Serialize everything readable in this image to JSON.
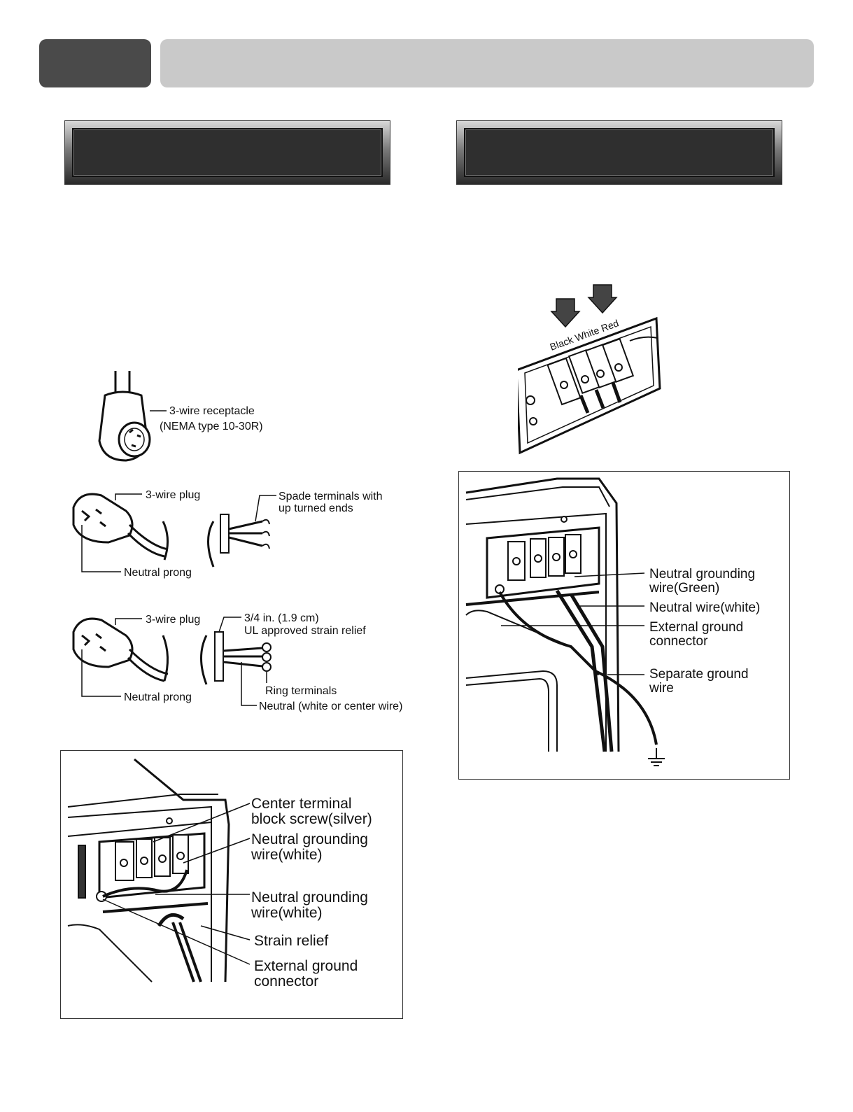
{
  "receptacle": {
    "label_line1": "3-wire receptacle",
    "label_line2": "(NEMA type 10-30R)"
  },
  "plug_spade": {
    "plug_label": "3-wire plug",
    "terminal_line1": "Spade terminals with",
    "terminal_line2": "up turned ends",
    "neutral_label": "Neutral prong"
  },
  "plug_ring": {
    "plug_label": "3-wire plug",
    "strain_line1": "3/4 in. (1.9 cm)",
    "strain_line2": "UL approved strain relief",
    "ring_label": "Ring terminals",
    "neutral_label": "Neutral prong",
    "neutral_wire_label": "Neutral (white or center wire)"
  },
  "terminal_block": {
    "colors_label": "Black White Red"
  },
  "diagram_three_wire": {
    "center_line1": "Center terminal",
    "center_line2": "block screw(silver)",
    "ngw1_line1": "Neutral grounding",
    "ngw1_line2": "wire(white)",
    "ngw2_line1": "Neutral grounding",
    "ngw2_line2": "wire(white)",
    "strain": "Strain relief",
    "ext_line1": "External ground",
    "ext_line2": "connector"
  },
  "diagram_four_wire": {
    "ngw_line1": "Neutral grounding",
    "ngw_line2": "wire(Green)",
    "neutral_wire": "Neutral wire(white)",
    "ext_line1": "External ground",
    "ext_line2": "connector",
    "sep_line1": "Separate ground",
    "sep_line2": "wire"
  }
}
